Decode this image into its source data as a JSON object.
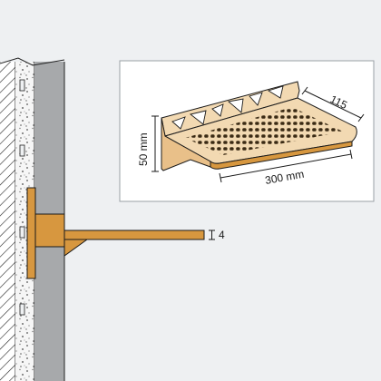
{
  "diagram": {
    "colors": {
      "background_panel": "#eef0f2",
      "inset_frame": "#ffffff",
      "frame_border": "#9aa0a6",
      "wall_grey": "#a7a9ab",
      "tile_white": "#ffffff",
      "plaster": "#f4f4f4",
      "profile_orange": "#d7973f",
      "profile_light": "#f2d9b2",
      "line": "#1a1a1a"
    },
    "inset": {
      "height_label": "50 mm",
      "depth_label": "115",
      "length_label": "300 mm"
    },
    "section": {
      "thickness_label": "4"
    }
  }
}
